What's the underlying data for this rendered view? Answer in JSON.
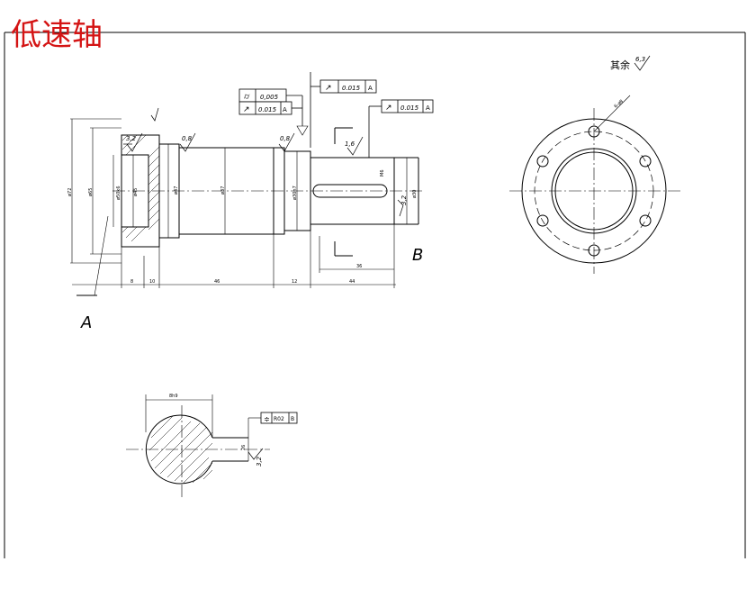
{
  "title": "低速轴",
  "colors": {
    "title": "#d41414",
    "line": "#000000",
    "background": "#ffffff"
  },
  "gdt": {
    "cylindricity": {
      "tolerance": "0,005"
    },
    "runout_1": {
      "tolerance": "0.015",
      "datum": "A"
    },
    "runout_2": {
      "tolerance": "0.015",
      "datum": "A"
    },
    "runout_3": {
      "tolerance": "0.015",
      "datum": "A"
    },
    "keyway_symmetry": {
      "tolerance": "R02",
      "datum": "B"
    }
  },
  "roughness": {
    "flange_face": "3,2",
    "shoulder": "0,8",
    "journal": "0,8",
    "keyway_side": "1,6",
    "end_face": "3,2",
    "section_key": "3,2",
    "remaining_label": "其余",
    "remaining_value": "6,3"
  },
  "datums": {
    "a": "A",
    "b": "B"
  },
  "dims": {
    "d72": "ø72",
    "d65": "ø65",
    "d50k6": "ø50k6",
    "d45": "ø45",
    "d47": "ø47",
    "d37": "ø37",
    "d30n7": "ø30n7",
    "d30": "ø30",
    "d60_short": "M6",
    "hole_pcd": "6-ø8",
    "l1": "8",
    "l2": "10",
    "l3": "46",
    "l4": "12",
    "l5": "44",
    "keyway_len": "36",
    "section_w": "8h9",
    "section_depth": "26"
  }
}
